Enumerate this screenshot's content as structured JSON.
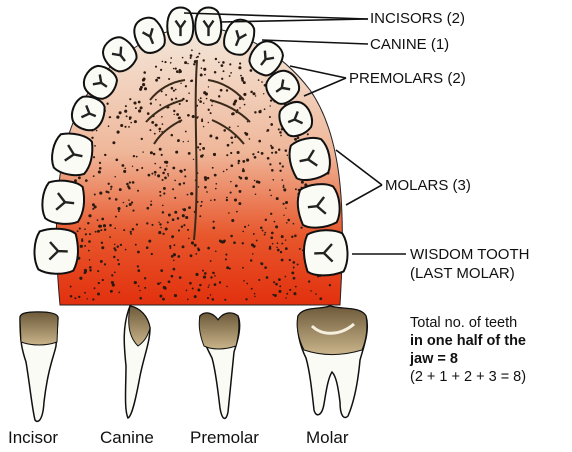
{
  "labels": {
    "incisors": "INCISORS (2)",
    "canine": "CANINE (1)",
    "premolars": "PREMOLARS (2)",
    "molars": "MOLARS (3)",
    "wisdom_line1": "WISDOM TOOTH",
    "wisdom_line2": "(LAST MOLAR)"
  },
  "tooth_captions": {
    "incisor": "Incisor",
    "canine": "Canine",
    "premolar": "Premolar",
    "molar": "Molar"
  },
  "total_note": {
    "line1": "Total no. of teeth",
    "bold_line2": "in one half of the",
    "bold_line3": "jaw = 8",
    "formula": "(2 + 1 + 2 + 3 = 8)"
  },
  "colors": {
    "palate_top": "#efe3d6",
    "palate_bottom": "#e63212",
    "tooth": "#fbfbf5",
    "outline": "#111111"
  }
}
